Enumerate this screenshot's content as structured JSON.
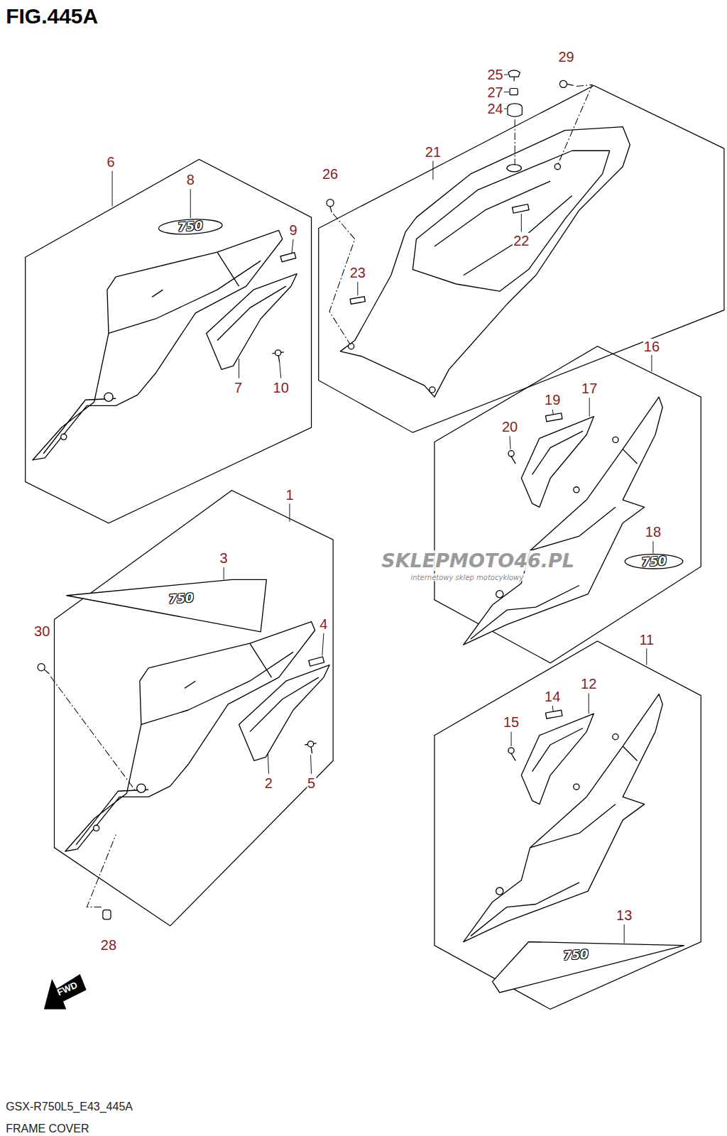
{
  "diagram": {
    "title": "FIG.445A",
    "caption": "FRAME COVER",
    "labels": [
      "29",
      "25",
      "27",
      "24",
      "21",
      "26",
      "6",
      "8",
      "9",
      "22",
      "23",
      "7",
      "10",
      "16",
      "19",
      "17",
      "20",
      "18",
      "1",
      "3",
      "4",
      "30",
      "2",
      "5",
      "28",
      "11",
      "14",
      "12",
      "15",
      "13",
      "750",
      "750",
      "750",
      "750",
      "SKLEPMOTO46.PL",
      "internetowy sklep motocyklowy",
      "FWD",
      "GSX-R750L5_E43_445A"
    ]
  }
}
